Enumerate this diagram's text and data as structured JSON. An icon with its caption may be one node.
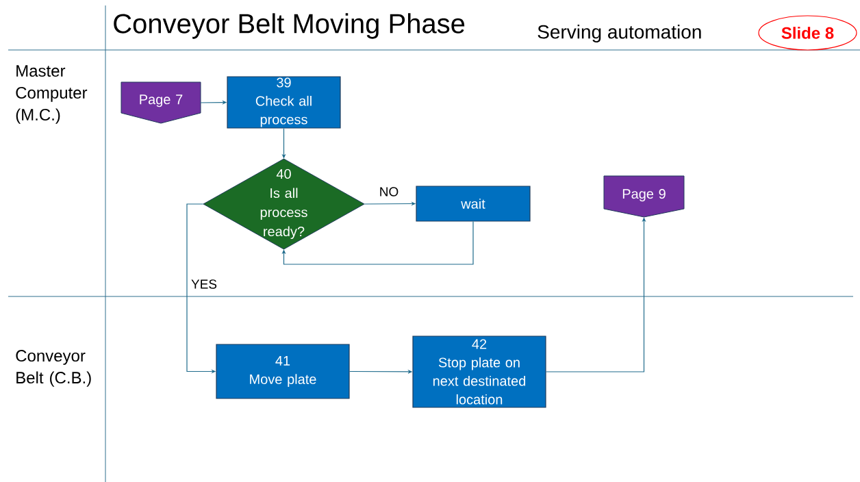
{
  "diagram": {
    "title": "Conveyor Belt Moving Phase",
    "nodes": [
      {
        "text": [
          "Page 7"
        ]
      },
      {
        "text": [
          "39",
          "Check all process"
        ]
      },
      {
        "text": [
          "40",
          "Is all process ready?"
        ]
      },
      {
        "text": [
          "wait"
        ]
      },
      {
        "text": [
          "Page 9"
        ]
      },
      {
        "text": [
          "41",
          "Move plate"
        ]
      },
      {
        "text": [
          "42",
          "Stop plate on next destinated location"
        ]
      },
      {
        "text": [
          "Slide 8"
        ]
      }
    ],
    "edges": [
      {
        "from": 0,
        "to": 1,
        "arrow": "to"
      },
      {
        "from": 1,
        "to": 2,
        "arrow": "to"
      },
      {
        "from": 2,
        "to": 3,
        "arrow": "to",
        "label": "NO"
      },
      {
        "from": 3,
        "to": 2,
        "arrow": "to"
      },
      {
        "from": 2,
        "to": 5,
        "arrow": "to",
        "label": "YES"
      },
      {
        "from": 5,
        "to": 6,
        "arrow": "to"
      },
      {
        "from": 6,
        "to": 4,
        "arrow": "to"
      }
    ],
    "labels": [
      "Serving automation",
      "Master Computer (M.C.)",
      "Conveyor Belt (C.B.)"
    ]
  }
}
